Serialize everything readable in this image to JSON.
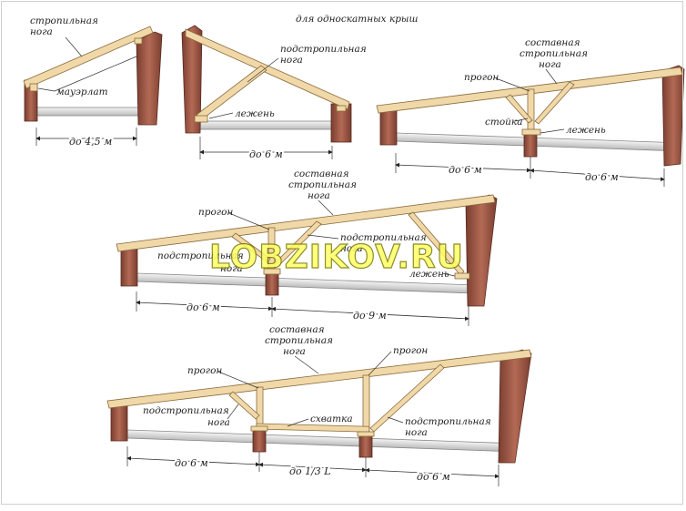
{
  "caption": "для односкатных крыш",
  "watermark": "LOBZIKOV.RU",
  "colors": {
    "wood": "#f0d8a8",
    "wood_stroke": "#8a6a3a",
    "wall": "#8b4a3a",
    "wall_light": "#b36a55",
    "slab": "#d9d9d9",
    "slab_stroke": "#888888",
    "text": "#222222"
  },
  "diagram1": {
    "rafter": [
      "стропильная",
      "нога"
    ],
    "mauerlat": "мауэрлат",
    "span": "до 4,5 м"
  },
  "diagram2": {
    "sub_rafter": [
      "подстропильная",
      "нога"
    ],
    "sill": "лежень",
    "span": "до 6 м"
  },
  "diagram3": {
    "purlin": "прогон",
    "composite_rafter": [
      "составная",
      "стропильная",
      "нога"
    ],
    "post": "стойка",
    "sill": "лежень",
    "span_left": "до 6 м",
    "span_right": "до 6 м"
  },
  "diagram4": {
    "purlin": "прогон",
    "composite_rafter": [
      "составная",
      "стропильная",
      "нога"
    ],
    "sub_rafter_left": [
      "подстропильная",
      "нога"
    ],
    "sub_rafter_right": [
      "подстропильная",
      "нога"
    ],
    "sill": "лежень",
    "span_left": "до 6 м",
    "span_right": "до 9 м"
  },
  "diagram5": {
    "composite_rafter": [
      "составная",
      "стропильная",
      "нога"
    ],
    "purlin_left": "прогон",
    "purlin_right": "прогон",
    "tie": "схватка",
    "sub_rafter_left": [
      "подстропильная",
      "нога"
    ],
    "sub_rafter_right": [
      "подстропильная",
      "нога"
    ],
    "span_left": "до 6 м",
    "span_mid": "до 1/3 L",
    "span_right": "до 6 м"
  }
}
